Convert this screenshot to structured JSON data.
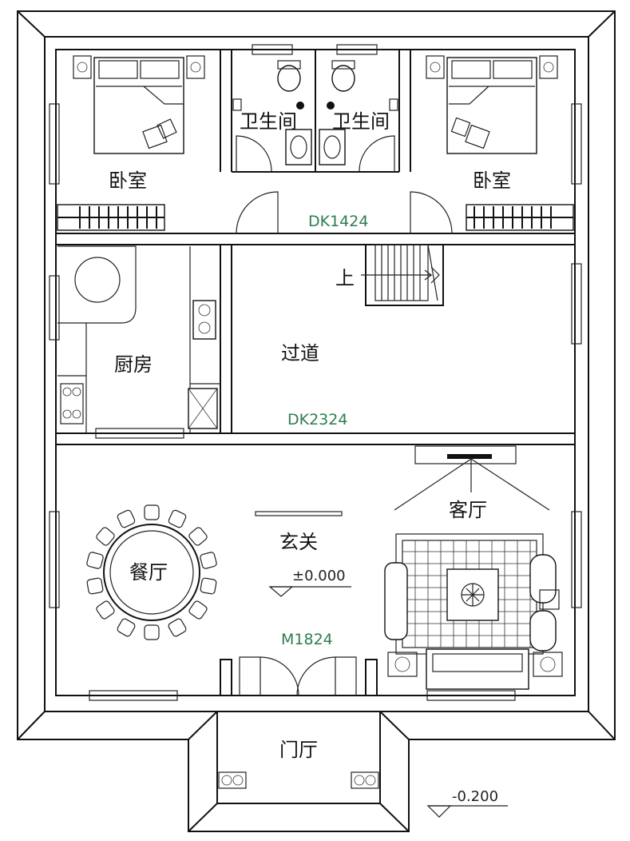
{
  "rooms": {
    "bedroom_left": "卧室",
    "bedroom_right": "卧室",
    "bath_left": "卫生间",
    "bath_right": "卫生间",
    "kitchen": "厨房",
    "corridor": "过道",
    "living": "客厅",
    "foyer": "玄关",
    "dining": "餐厅",
    "porch": "门厅"
  },
  "stair_label": "上",
  "codes": {
    "door_upper": "DK1424",
    "door_middle": "DK2324",
    "main_door": "M1824"
  },
  "elevations": {
    "floor": "±0.000",
    "outside": "-0.200"
  },
  "colors": {
    "line": "#111111",
    "code_text": "#2e7d4f"
  }
}
